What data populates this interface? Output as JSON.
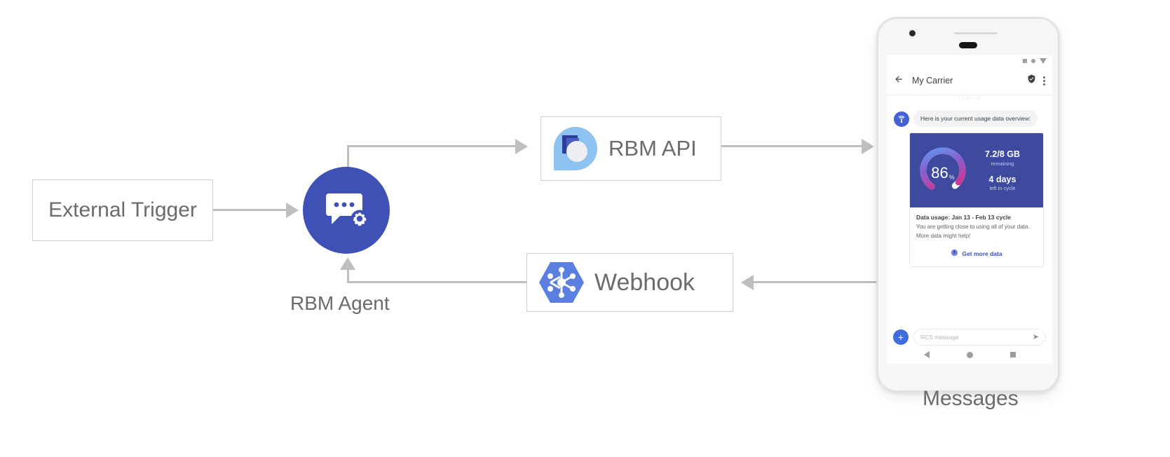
{
  "diagram": {
    "external_trigger": {
      "label": "External Trigger"
    },
    "agent": {
      "label": "RBM Agent",
      "icon": "chat-gear-icon",
      "color": "#3f51b5"
    },
    "rbm_api": {
      "label": "RBM API",
      "icon": "rbm-api-icon"
    },
    "webhook": {
      "label": "Webhook",
      "icon": "webhook-hexagon-icon",
      "color": "#4285f4"
    },
    "phone_caption": "Messages",
    "connector_color": "#bfbfbf"
  },
  "phone": {
    "statusbar": {
      "icons": [
        "square-icon",
        "circle-icon",
        "triangle-down-icon"
      ]
    },
    "appbar": {
      "back_icon": "back-arrow-icon",
      "title": "My Carrier",
      "verified_icon": "verified-shield-icon",
      "menu_icon": "overflow-menu-icon"
    },
    "timestamp": "12:30 PM",
    "message": {
      "avatar_icon": "cell-tower-icon",
      "text": "Here is your current usage data overview:"
    },
    "card": {
      "gauge": {
        "percent": "86",
        "percent_unit": "%",
        "value": 86,
        "gradient": [
          "#5b9bf0",
          "#8b5fd0",
          "#d4328c"
        ],
        "track_color": "#ffffff",
        "background": "#3d4a9e"
      },
      "data_remaining": {
        "value": "7.2/8 GB",
        "caption": "remaining"
      },
      "days_left": {
        "value": "4 days",
        "caption": "left in cycle"
      },
      "title": "Data usage: Jan 13 - Feb 13 cycle",
      "description_line1": "You are getting close to using all of your data.",
      "description_line2": "More data might help!",
      "action": {
        "icon": "globe-icon",
        "label": "Get more data",
        "color": "#3f51b5"
      }
    },
    "composer": {
      "plus_icon": "plus-icon",
      "placeholder": "RCS message",
      "send_icon": "send-icon"
    },
    "navbar": {
      "icons": [
        "nav-back-icon",
        "nav-home-icon",
        "nav-recents-icon"
      ]
    }
  }
}
